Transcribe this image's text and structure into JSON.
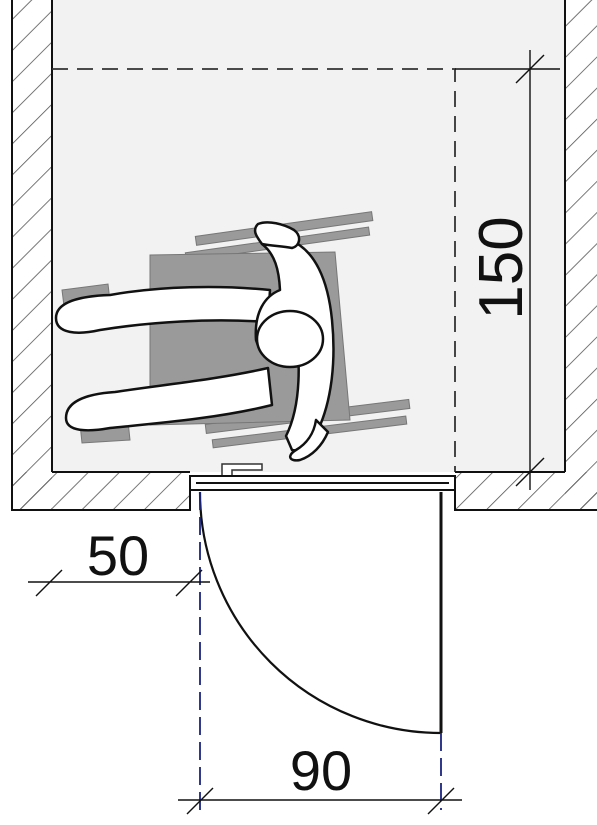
{
  "dimensions": {
    "clear_depth_label": "150",
    "wall_offset_label": "50",
    "door_width_label": "90"
  },
  "colors": {
    "floor": "#f2f2f2",
    "wall_line": "#111111",
    "hatch": "#555555",
    "swing_guide": "#1a237e",
    "chair": "#9a9a9a",
    "person_fill": "#ffffff"
  },
  "icons": {
    "figure": "wheelchair-user-icon"
  }
}
